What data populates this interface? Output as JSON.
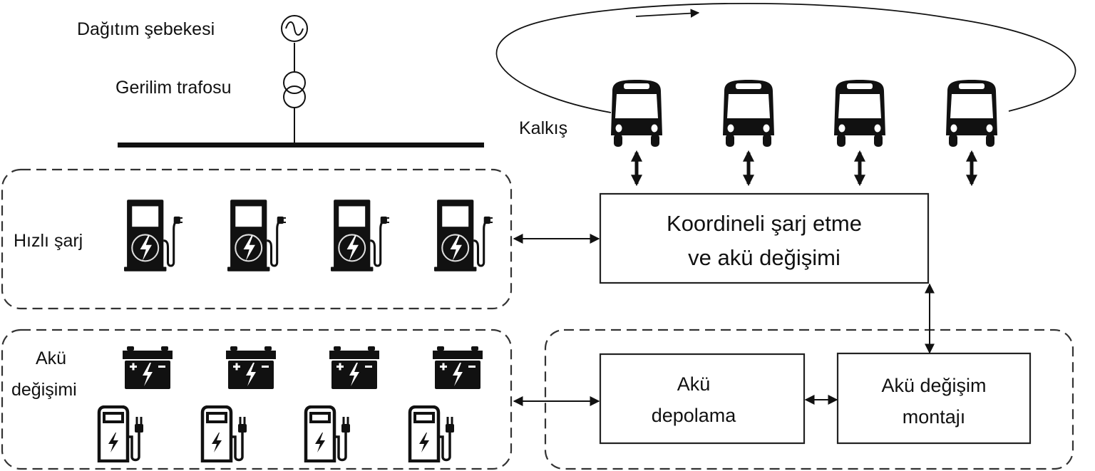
{
  "grid": {
    "source_label": "Dağıtım şebekesi",
    "transformer_label": "Gerilim trafosu"
  },
  "route": {
    "departure_label": "Kalkış",
    "bus_count": 4,
    "direction": "clockwise"
  },
  "fast_charging": {
    "label": "Hızlı şarj",
    "charger_count": 4
  },
  "battery_swap_area": {
    "label_line1": "Akü",
    "label_line2": "değişimi",
    "battery_count": 4,
    "charger_count": 4
  },
  "coordinator": {
    "line1": "Koordineli şarj etme",
    "line2": "ve akü değişimi"
  },
  "battery_storage": {
    "line1": "Akü",
    "line2": "depolama"
  },
  "swap_assembly": {
    "line1": "Akü değişim",
    "line2": "montajı"
  },
  "colors": {
    "ink": "#111111",
    "background": "#ffffff"
  }
}
